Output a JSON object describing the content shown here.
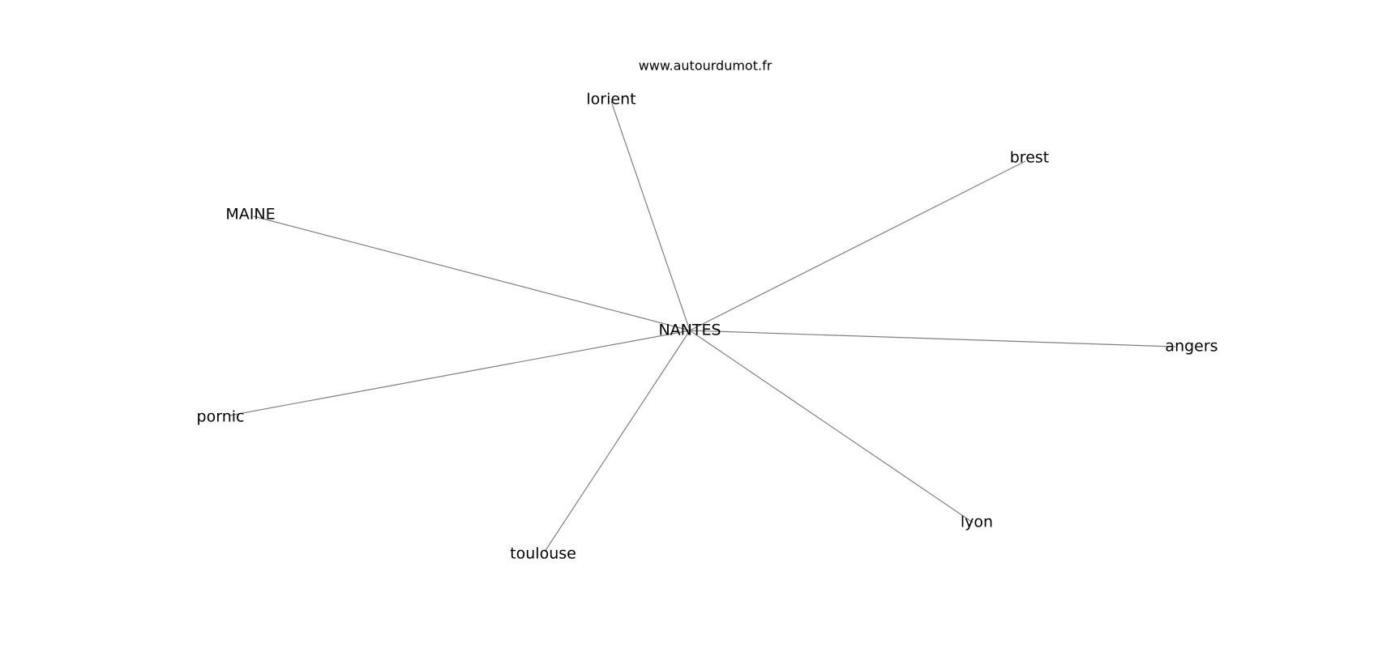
{
  "watermark": "www.autourdumot.fr",
  "center": {
    "id": "nantes",
    "label": "NANTES"
  },
  "nodes": [
    {
      "id": "lorient",
      "label": "lorient"
    },
    {
      "id": "brest",
      "label": "brest"
    },
    {
      "id": "maine",
      "label": "MAINE"
    },
    {
      "id": "angers",
      "label": "angers"
    },
    {
      "id": "pornic",
      "label": "pornic"
    },
    {
      "id": "lyon",
      "label": "lyon"
    },
    {
      "id": "toulouse",
      "label": "toulouse"
    }
  ],
  "edges": [
    {
      "from": "nantes",
      "to": "lorient"
    },
    {
      "from": "nantes",
      "to": "brest"
    },
    {
      "from": "nantes",
      "to": "maine"
    },
    {
      "from": "nantes",
      "to": "angers"
    },
    {
      "from": "nantes",
      "to": "pornic"
    },
    {
      "from": "nantes",
      "to": "lyon"
    },
    {
      "from": "nantes",
      "to": "toulouse"
    }
  ],
  "colors": {
    "edge": "#808080",
    "text": "#000000",
    "background": "#ffffff"
  }
}
